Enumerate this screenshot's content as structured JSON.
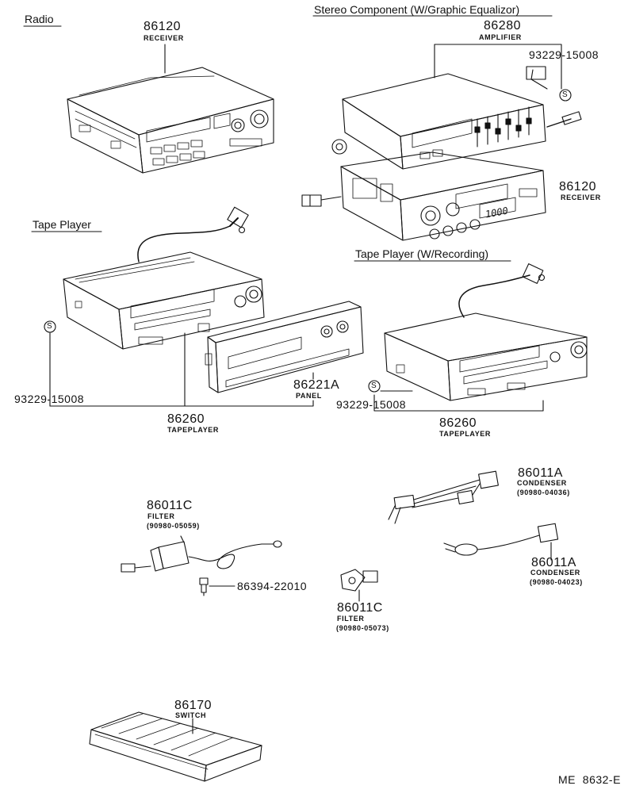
{
  "sections": {
    "radio": "Radio",
    "stereo": "Stereo Component (W/Graphic Equalizor)",
    "tape": "Tape Player",
    "tape_rec": "Tape Player (W/Recording)"
  },
  "callouts": {
    "radio_receiver": {
      "part": "86120",
      "name": "RECEIVER"
    },
    "amplifier": {
      "part": "86280",
      "name": "AMPLIFIER"
    },
    "amp_screw": {
      "part": "93229-15008"
    },
    "stereo_receiver": {
      "part": "86120",
      "name": "RECEIVER"
    },
    "tape_screw": {
      "part": "93229-15008"
    },
    "panel": {
      "part": "86221A",
      "name": "PANEL"
    },
    "tape_player": {
      "part": "86260",
      "name": "TAPEPLAYER"
    },
    "rec_screw": {
      "part": "93229-15008"
    },
    "rec_tape_player": {
      "part": "86260",
      "name": "TAPEPLAYER"
    },
    "filter_a": {
      "part": "86011C",
      "name": "FILTER",
      "code": "(90980-05059)"
    },
    "bolt": {
      "part": "86394-22010"
    },
    "condenser_a": {
      "part": "86011A",
      "name": "CONDENSER",
      "code": "(90980-04036)"
    },
    "filter_b": {
      "part": "86011C",
      "name": "FILTER",
      "code": "(90980-05073)"
    },
    "condenser_b": {
      "part": "86011A",
      "name": "CONDENSER",
      "code": "(90980-04023)"
    },
    "switch": {
      "part": "86170",
      "name": "SWITCH"
    }
  },
  "screw_symbol": "S",
  "display_digits": "1000",
  "figure_code": "ME  8632-E"
}
